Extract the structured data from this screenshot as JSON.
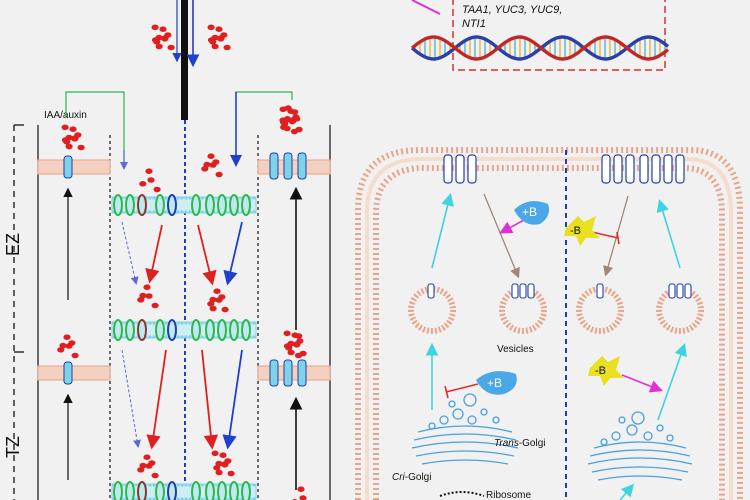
{
  "labels": {
    "auxin": "IAA/auxin",
    "ez": "EZ",
    "tz": "TZ",
    "genes_line1": "TAA1, YUC3, YUC9,",
    "genes_line2": "NTI1",
    "vesicles": "Vesicles",
    "trans_golgi_prefix": "Trans",
    "trans_golgi_suffix": "-Golgi",
    "cis_golgi_prefix": "Cri",
    "cis_golgi_suffix": "-Golgi",
    "ribosome": "Ribosome",
    "plus_b": "+B",
    "minus_b": "-B"
  },
  "colors": {
    "background": "#f1f1f1",
    "auxin": "#e02020",
    "membrane": "#e8a58a",
    "transporter_blue": "#1f3fa8",
    "transporter_green": "#2db84a",
    "transporter_cyan": "#7fd3e8",
    "arrow_cyan": "#3fd3e0",
    "arrow_magenta": "#e030d0",
    "arrow_brown": "#a08878",
    "arrow_red": "#e02020",
    "arrow_blue": "#1f3fcf",
    "dna_blue": "#2a3fa8",
    "dna_red": "#c02828",
    "boron_plus": "#4aa8e8",
    "boron_minus": "#e8e020",
    "inhibit": "#d83030"
  }
}
